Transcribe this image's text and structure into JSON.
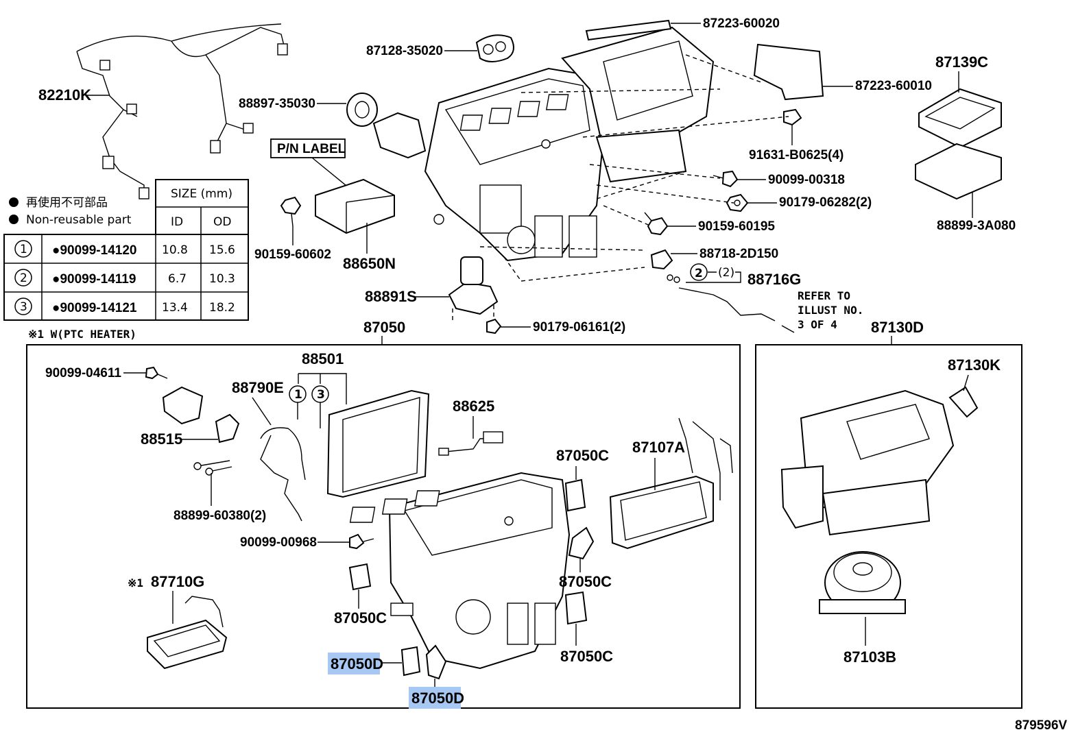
{
  "diagram_id": "879596V",
  "labels": {
    "p82210K": "82210K",
    "p87128": "87128-35020",
    "p87223a": "87223-60020",
    "p87223b": "87223-60010",
    "p87139C": "87139C",
    "p88897": "88897-35030",
    "pnlabel": "P/N LABEL",
    "p91631": "91631-B0625(4)",
    "p90099_318": "90099-00318",
    "p90179_282": "90179-06282(2)",
    "p90159_195": "90159-60195",
    "p88899_3a": "88899-3A080",
    "p90159_602": "90159-60602",
    "p88650N": "88650N",
    "p88718": "88718-2D150",
    "p88716G": "88716G",
    "p88716_qty": "(2)",
    "p88891S": "88891S",
    "p90179_161": "90179-06161(2)",
    "refer": [
      "REFER TO",
      "ILLUST NO.",
      "3 OF 4"
    ],
    "p87050": "87050",
    "p87130D": "87130D",
    "ptc": "※1 W(PTC HEATER)",
    "p90099_611": "90099-04611",
    "p88501": "88501",
    "p88790E": "88790E",
    "p88625": "88625",
    "p88515": "88515",
    "p87050C_1": "87050C",
    "p87107A": "87107A",
    "p88899_380": "88899-60380(2)",
    "p90099_968": "90099-00968",
    "p87050C_2": "87050C",
    "p87050C_3": "87050C",
    "p87050C_4": "87050C",
    "p87710G": "87710G",
    "p87710G_mark": "※1",
    "p87050D_1": "87050D",
    "p87050D_2": "87050D",
    "p87130K": "87130K",
    "p87103B": "87103B"
  },
  "legend": {
    "jp": "再使用不可部品",
    "en": "Non-reusable part"
  },
  "table": {
    "size_header": "SIZE (mm)",
    "col_id": "ID",
    "col_od": "OD",
    "rows": [
      {
        "num": "1",
        "part": "●90099-14120",
        "id": "10.8",
        "od": "15.6"
      },
      {
        "num": "2",
        "part": "●90099-14119",
        "id": "6.7",
        "od": "10.3"
      },
      {
        "num": "3",
        "part": "●90099-14121",
        "id": "13.4",
        "od": "18.2"
      }
    ]
  },
  "callouts": {
    "c1": "1",
    "c2": "2",
    "c3": "3"
  },
  "highlight_color": "#a7c8f2"
}
